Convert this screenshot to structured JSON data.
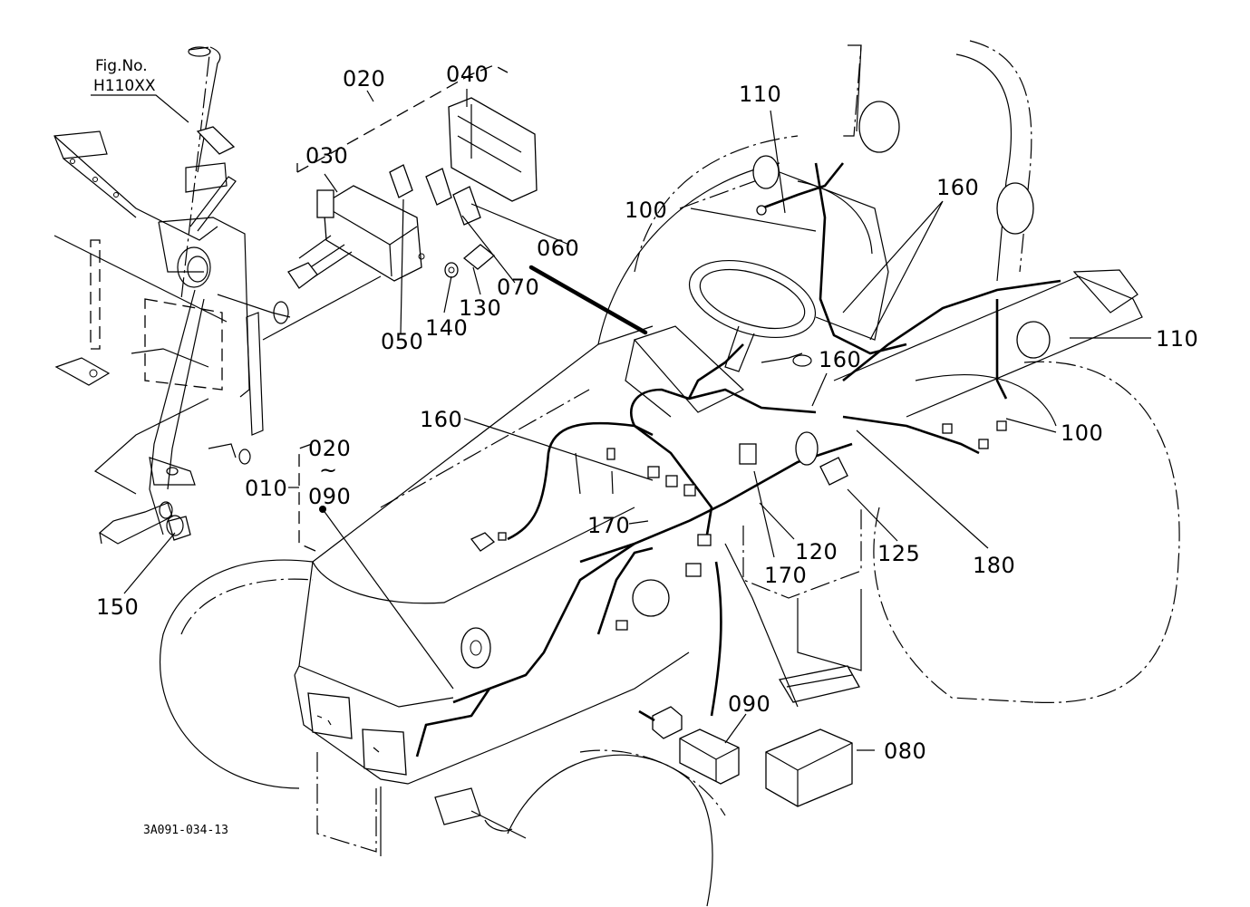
{
  "figure": {
    "ref_label_line1": "Fig.No.",
    "ref_label_line2": "H110XX",
    "drawing_code": "3A091-034-13"
  },
  "callouts": {
    "c010": "010",
    "c020_top": "020",
    "c030": "030",
    "c040": "040",
    "c050": "050",
    "c060": "060",
    "c070": "070",
    "c080": "080",
    "c090": "090",
    "c100_upper": "100",
    "c100_right": "100",
    "c110_upper": "110",
    "c110_right": "110",
    "c120": "120",
    "c125": "125",
    "c130": "130",
    "c140": "140",
    "c150": "150",
    "c160_upper": "160",
    "c160_mid": "160",
    "c160_left": "160",
    "c170_left": "170",
    "c170_right": "170",
    "c180": "180"
  },
  "range_bracket": {
    "from": "020",
    "tilde": "~",
    "to": "090"
  }
}
